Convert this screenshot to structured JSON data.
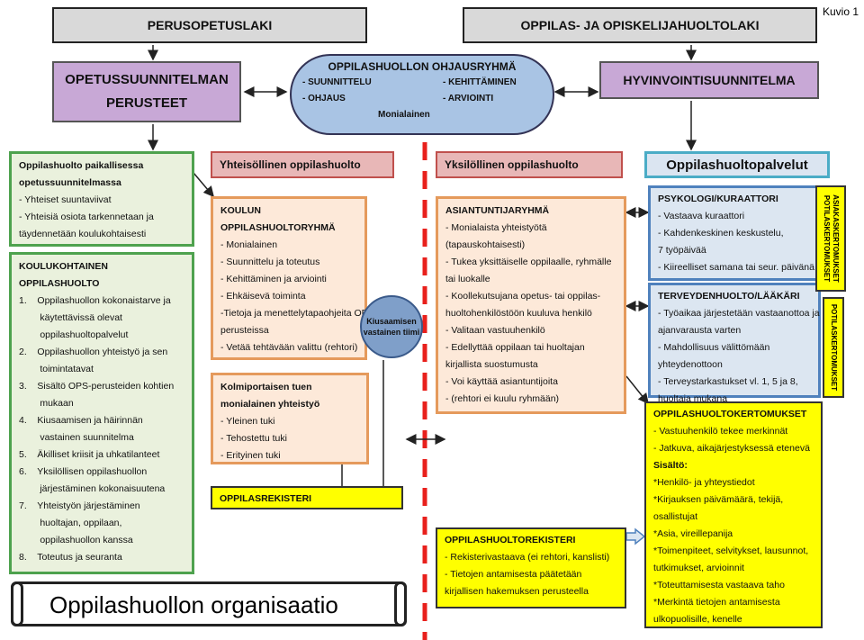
{
  "figure_label": "Kuvio 1",
  "top_headers": {
    "left": "PERUSOPETUSLAKI",
    "right": "OPPILAS- JA OPISKELIJAHUOLTOLAKI"
  },
  "ops_perusteet": {
    "line1": "OPETUSSUUNNITELMAN",
    "line2": "PERUSTEET"
  },
  "hyvinvointisuunnitelma": "HYVINVOINTISUUNNITELMA",
  "ohjausryhma": {
    "title": "OPPILASHUOLLON OHJAUSRYHMÄ",
    "items": [
      "- SUUNNITTELU",
      "- KEHITTÄMINEN",
      "- OHJAUS",
      "- ARVIOINTI"
    ],
    "footer": "Monialainen"
  },
  "paikallinen": {
    "title1": "Oppilashuolto paikallisessa",
    "title2": "opetussuunnitelmassa",
    "lines": [
      "- Yhteiset suuntaviivat",
      "- Yhteisiä osiota tarkennetaan ja",
      "täydennetään koulukohtaisesti"
    ]
  },
  "koulukohtainen": {
    "title1": "KOULUKOHTAINEN",
    "title2": "OPPILASHUOLTO",
    "lines": [
      "1.    Oppilashuollon kokonaistarve ja",
      "        käytettävissä olevat",
      "        oppilashuoltopalvelut",
      "2.    Oppilashuollon yhteistyö ja sen",
      "        toimintatavat",
      "3.    Sisältö OPS-perusteiden kohtien",
      "        mukaan",
      "4.    Kiusaamisen ja häirinnän",
      "        vastainen suunnitelma",
      "5.    Äkilliset kriisit ja uhkatilanteet",
      "6.    Yksilöllisen oppilashuollon",
      "        järjestäminen kokonaisuutena",
      "7.    Yhteistyön järjestäminen",
      "        huoltajan, oppilaan,",
      "        oppilashuollon kanssa",
      "8.    Toteutus ja seuranta"
    ]
  },
  "yhteisollinen": "Yhteisöllinen oppilashuolto",
  "yksilollinen": "Yksilöllinen oppilashuolto",
  "palvelut_header": "Oppilashuoltopalvelut",
  "koulun_ryhma": {
    "title": "KOULUN OPPILASHUOLTORYHMÄ",
    "lines": [
      "- Monialainen",
      "- Suunnittelu ja toteutus",
      "- Kehittäminen ja arviointi",
      "- Ehkäisevä toiminta",
      "-Tietoja ja menettelytapaohjeita OPS-",
      "perusteissa",
      "- Vetää tehtävään valittu (rehtori)"
    ]
  },
  "kiusaaminen": {
    "line1": "Kiusaamisen",
    "line2": "vastainen tiimi"
  },
  "kolmiportainen": {
    "title1": "Kolmiportaisen tuen",
    "title2": "monialainen yhteistyö",
    "lines": [
      "- Yleinen tuki",
      "- Tehostettu tuki",
      "- Erityinen tuki"
    ]
  },
  "oppilasrekisteri": "OPPILASREKISTERI",
  "asiantuntijaryhma": {
    "title": "ASIANTUNTIJARYHMÄ",
    "lines": [
      "- Monialaista yhteistyötä",
      "(tapauskohtaisesti)",
      "- Tukea yksittäiselle oppilaalle, ryhmälle",
      "tai luokalle",
      "- Koollekutsujana opetus- tai oppilas-",
      "huoltohenkilöstöön kuuluva henkilö",
      "- Valitaan vastuuhenkilö",
      "- Edellyttää oppilaan tai huoltajan",
      "kirjallista suostumusta",
      "- Voi käyttää asiantuntijoita",
      "- (rehtori ei kuulu ryhmään)"
    ]
  },
  "psykologi": {
    "title": "PSYKOLOGI/KURAATTORI",
    "lines": [
      "- Vastaava kuraattori",
      "- Kahdenkeskinen keskustelu,",
      "7 työpäivää",
      "- Kiireelliset samana tai seur. päivänä"
    ]
  },
  "terveydenhuolto": {
    "title": "TERVEYDENHUOLTO/LÄÄKÄRI",
    "lines": [
      "- Työaikaa järjestetään vastaanottoa ja",
      "ajanvarausta varten",
      "- Mahdollisuus välittömään",
      "yhteydenottoon",
      "- Terveystarkastukset vl. 1, 5 ja 8,",
      "huoltaja mukana"
    ]
  },
  "tab_asiakaskertomukset": {
    "line1": "ASIAKASKERTOMUKSET",
    "line2": "POTILASKERTOMUKSET"
  },
  "tab_potilaskertomukset": "POTILASKERTOMUKSET",
  "kertomukset": {
    "title": "OPPILASHUOLTOKERTOMUKSET",
    "lines": [
      "- Vastuuhenkilö tekee merkinnät",
      "- Jatkuva, aikajärjestyksessä etenevä"
    ],
    "sisalto": "Sisältö:",
    "items": [
      "*Henkilö- ja yhteystiedot",
      "*Kirjauksen päivämäärä, tekijä,",
      "osallistujat",
      "*Asia, vireillepanija",
      "*Toimenpiteet, selvitykset, lausunnot,",
      "tutkimukset, arvioinnit",
      "*Toteuttamisesta vastaava taho",
      "*Merkintä tietojen antamisesta",
      "ulkopuolisille, kenelle"
    ]
  },
  "oppilashuoltorekisteri": {
    "title": "OPPILASHUOLTOREKISTERI",
    "lines": [
      "- Rekisterivastaava (ei rehtori, kanslisti)",
      "- Tietojen antamisesta päätetään",
      "kirjallisen hakemuksen perusteella"
    ]
  },
  "banner": "Oppilashuollon organisaatio",
  "colors": {
    "green": "#4ea24e",
    "orange": "#e59a5c",
    "blue": "#4f81bd",
    "yellow": "#ffff00",
    "purple": "#c8a8d6",
    "red_dash": "#e8201c"
  }
}
